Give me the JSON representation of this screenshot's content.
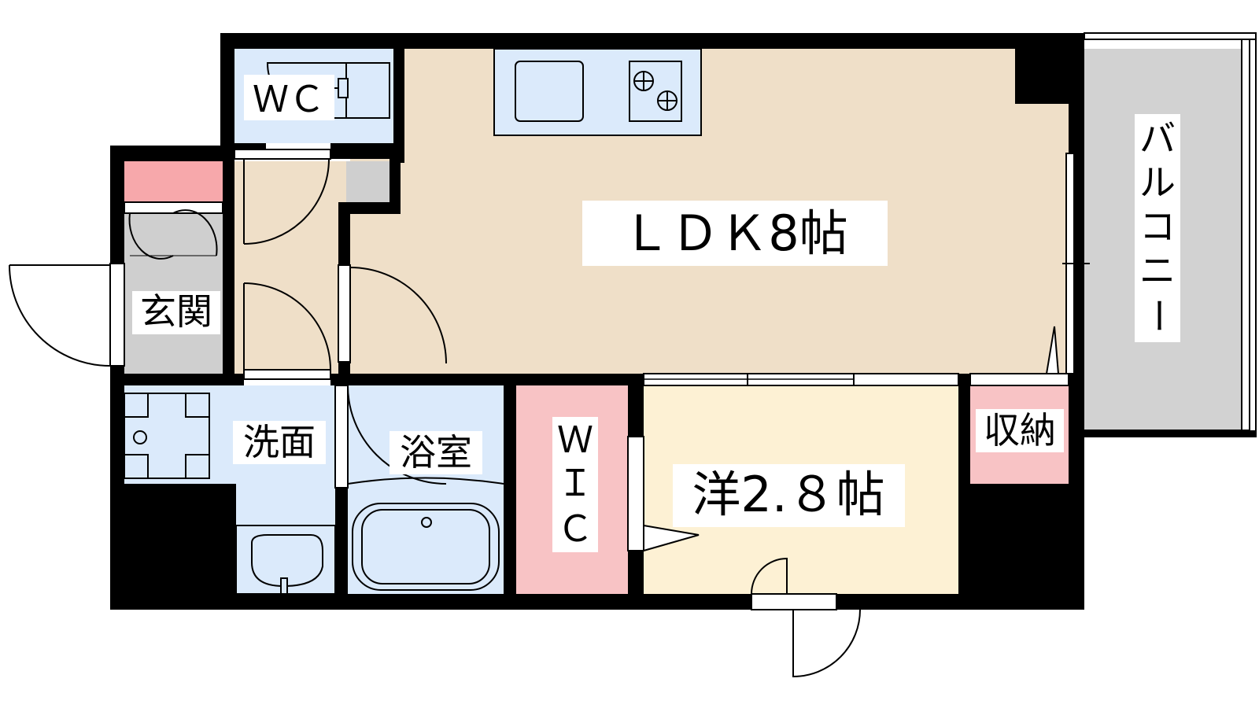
{
  "rooms": {
    "ldk": {
      "label": "ＬＤＫ8帖",
      "color": "#efdfc8"
    },
    "western": {
      "label": "洋2.８帖",
      "color": "#fdf1d4"
    },
    "wc": {
      "label": "ＷＣ",
      "color": "#dbeafb"
    },
    "entrance": {
      "label": "玄関",
      "color": "#cfcfcf"
    },
    "washroom": {
      "label": "洗面",
      "color": "#dbeafb"
    },
    "bathroom": {
      "label": "浴室",
      "color": "#dbeafb"
    },
    "wic": {
      "label_lines": [
        "Ｗ",
        "Ｉ",
        "Ｃ"
      ],
      "color": "#f8c3c5"
    },
    "storage": {
      "label": "収納",
      "color": "#f8c3c5"
    },
    "balcony": {
      "label_chars": [
        "バ",
        "ル",
        "コ",
        "ニ",
        "ー"
      ],
      "color": "#d2d2d2"
    }
  },
  "colors": {
    "wall": "#000000",
    "fixture": "#dbeafb",
    "shoe_box": "#f7a8ab"
  }
}
